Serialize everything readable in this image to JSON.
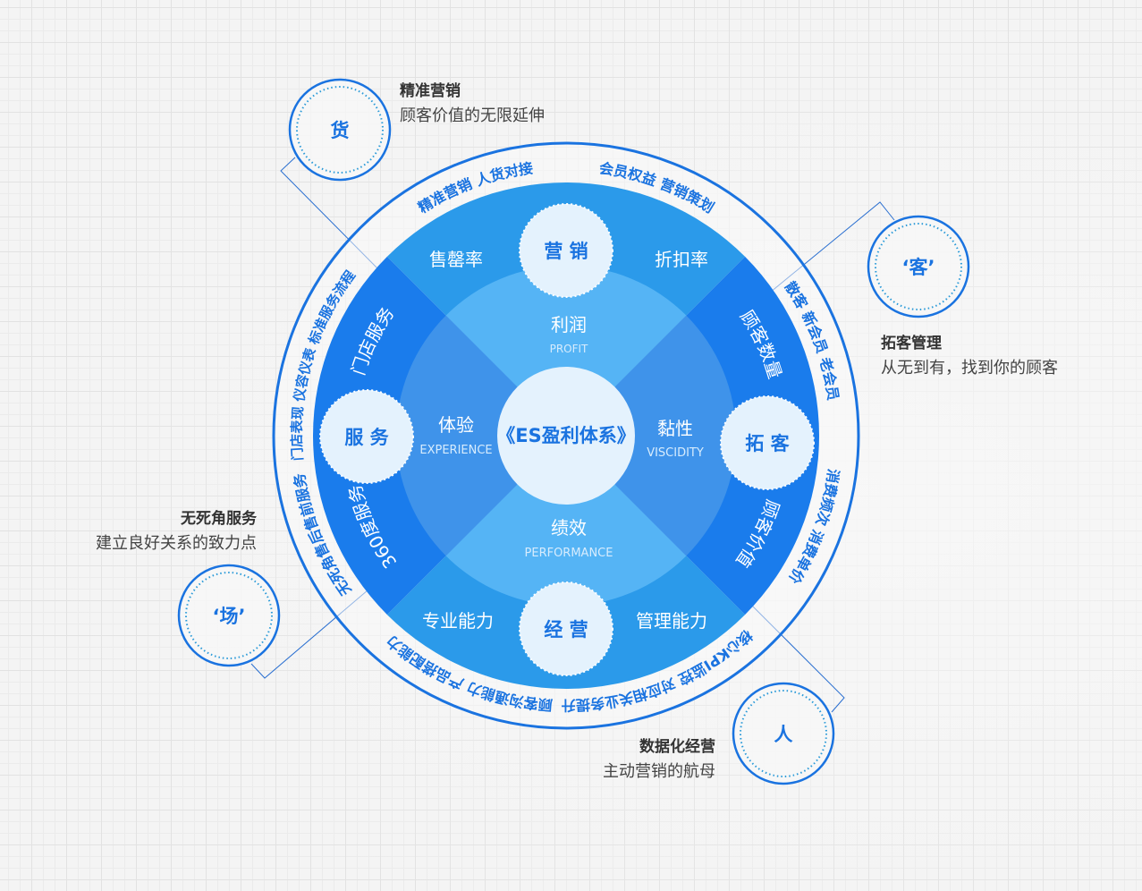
{
  "center_title": "《ES盈利体系》",
  "quadrants": {
    "top": {
      "label": "利润",
      "sub": "PROFIT"
    },
    "left": {
      "label": "体验",
      "sub": "EXPERIENCE"
    },
    "right": {
      "label": "黏性",
      "sub": "VISCIDITY"
    },
    "bottom": {
      "label": "绩效",
      "sub": "PERFORMANCE"
    }
  },
  "nodes": {
    "top": "营 销",
    "left": "服 务",
    "right": "拓 客",
    "bottom": "经 营"
  },
  "band_labels": {
    "top_left": "售罄率",
    "top_right": "折扣率",
    "bottom_left": "专业能力",
    "bottom_right": "管理能力",
    "left_upper": "门店服务",
    "left_lower": "360度服务",
    "right_upper": "顾客数量",
    "right_lower": "顾客价值"
  },
  "ring_labels": {
    "top_left": "精准营销 人货对接",
    "top_right": "会员权益 营销策划",
    "right_upper": "散客 新会员 老会员",
    "right_lower": "消费频次 消费单价",
    "bottom_right": "核心KPI监控 对应相关业务提升",
    "bottom_left": "顾客沟通能力 产品搭配能力",
    "left_lower": "无死角售后售前服务",
    "left_upper": "门店表现 仪容仪表 标准服务流程"
  },
  "callouts": {
    "goods": {
      "badge": "货",
      "title": "精准营销",
      "desc": "顾客价值的无限延伸"
    },
    "customer": {
      "badge": "‘客’",
      "title": "拓客管理",
      "desc": "从无到有，找到你的顾客"
    },
    "venue": {
      "badge": "‘场’",
      "title": "无死角服务",
      "desc": "建立良好关系的致力点"
    },
    "people": {
      "badge": "人",
      "title": "数据化经营",
      "desc": "主动营销的航母"
    }
  },
  "colors": {
    "primary": "#1a7be8",
    "light": "#2d9cec",
    "inner_light": "#55b4f4",
    "inner_dark": "#3f95ea",
    "center": "#e6f3fd"
  }
}
